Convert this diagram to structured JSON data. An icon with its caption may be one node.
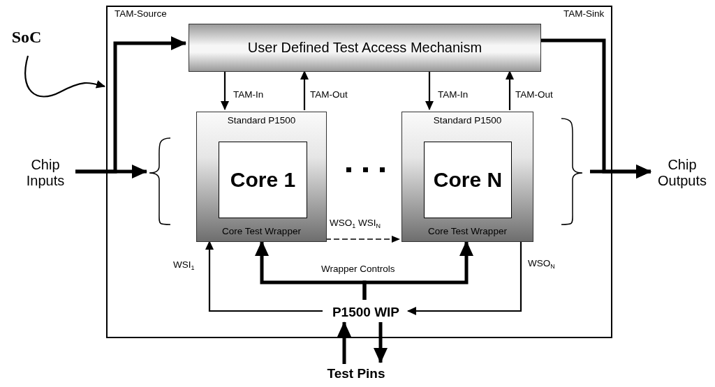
{
  "diagram": {
    "nodes": [
      {
        "text": [
          "SoC"
        ]
      },
      {
        "text": [],
        "shape": "box"
      },
      {
        "text": [
          "User Defined Test Access Mechanism"
        ],
        "in": 1
      },
      {
        "text": [
          "Standard P1500",
          "Core Test Wrapper"
        ],
        "in": 1
      },
      {
        "text": [
          "Core 1"
        ],
        "in": 3
      },
      {
        "text": [
          "Standard P1500",
          "Core Test Wrapper"
        ],
        "in": 1
      },
      {
        "text": [
          "Core N"
        ],
        "in": 5
      },
      {
        "text": [
          "P1500 WIP"
        ],
        "in": 1
      },
      {
        "text": [
          "Chip Inputs"
        ]
      },
      {
        "text": [
          "Chip Outputs"
        ]
      },
      {
        "text": [
          "Test Pins"
        ]
      },
      {
        "text": [],
        "shape": "bracket",
        "in": 1
      },
      {
        "text": [],
        "shape": "bracket",
        "in": 1
      }
    ],
    "edges": [
      {
        "from": 0,
        "to": 1,
        "arrow": "to"
      },
      {
        "from": 8,
        "to": 11,
        "arrow": "to",
        "style": "thick"
      },
      {
        "from": 8,
        "to": 2,
        "arrow": "to",
        "style": "thick",
        "label": "TAM-Source"
      },
      {
        "from": 2,
        "to": 9,
        "arrow": "to",
        "style": "thick",
        "label": "TAM-Sink"
      },
      {
        "from": 12,
        "to": 9,
        "arrow": "to",
        "style": "thick"
      },
      {
        "from": 2,
        "to": 3,
        "arrow": "to",
        "label": "TAM-In"
      },
      {
        "from": 3,
        "to": 2,
        "arrow": "to",
        "label": "TAM-Out"
      },
      {
        "from": 2,
        "to": 5,
        "arrow": "to",
        "label": "TAM-In"
      },
      {
        "from": 5,
        "to": 2,
        "arrow": "to",
        "label": "TAM-Out"
      },
      {
        "from": 3,
        "to": 5,
        "arrow": "to",
        "style": "dashed",
        "label": "WSO$_{1}$ WSI$_{N}$"
      },
      {
        "from": 7,
        "to": 3,
        "arrow": "to",
        "label": "WSI$_{1}$"
      },
      {
        "from": 5,
        "to": 7,
        "arrow": "to",
        "label": "WSO$_{N}$"
      },
      {
        "from": 7,
        "to": 3,
        "arrow": "to",
        "style": "thick",
        "label": "Wrapper Controls"
      },
      {
        "from": 7,
        "to": 5,
        "arrow": "to",
        "style": "thick"
      },
      {
        "from": 10,
        "to": 7,
        "arrow": "to",
        "style": "thick"
      },
      {
        "from": 7,
        "to": 10,
        "arrow": "to",
        "style": "thick"
      }
    ]
  }
}
